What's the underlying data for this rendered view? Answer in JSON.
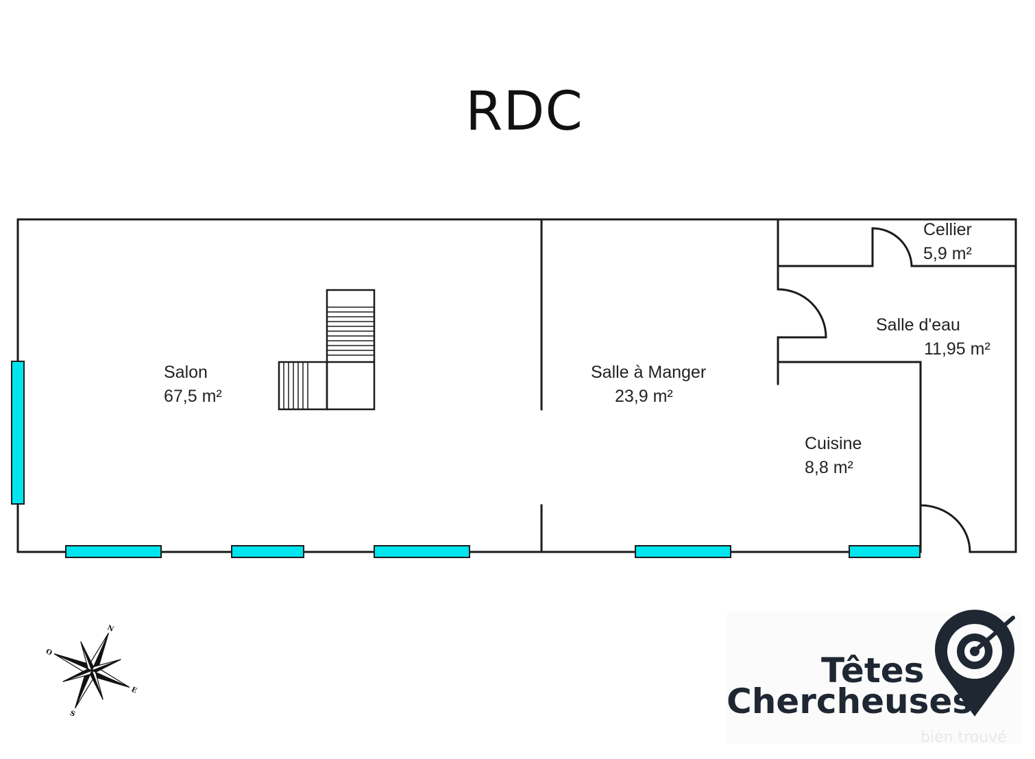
{
  "title": "RDC",
  "rooms": [
    {
      "id": "salon",
      "name": "Salon",
      "area": "67,5  m²"
    },
    {
      "id": "salle-a-manger",
      "name": "Salle à Manger",
      "area": "23,9  m²"
    },
    {
      "id": "cellier",
      "name": "Cellier",
      "area": "5,9  m²"
    },
    {
      "id": "salle-d-eau",
      "name": "Salle d'eau",
      "area": "11,95  m²"
    },
    {
      "id": "cuisine",
      "name": "Cuisine",
      "area": "8,8  m²"
    }
  ],
  "compass": {
    "labels": [
      "O",
      "N",
      "E",
      "S"
    ]
  },
  "logo": {
    "line1": "Têtes",
    "line2": "Chercheuses",
    "tagline": "bien trouvé"
  },
  "colors": {
    "window": "#00e5ee",
    "wall": "#1a1a1a",
    "logo_dark": "#1f2733"
  }
}
